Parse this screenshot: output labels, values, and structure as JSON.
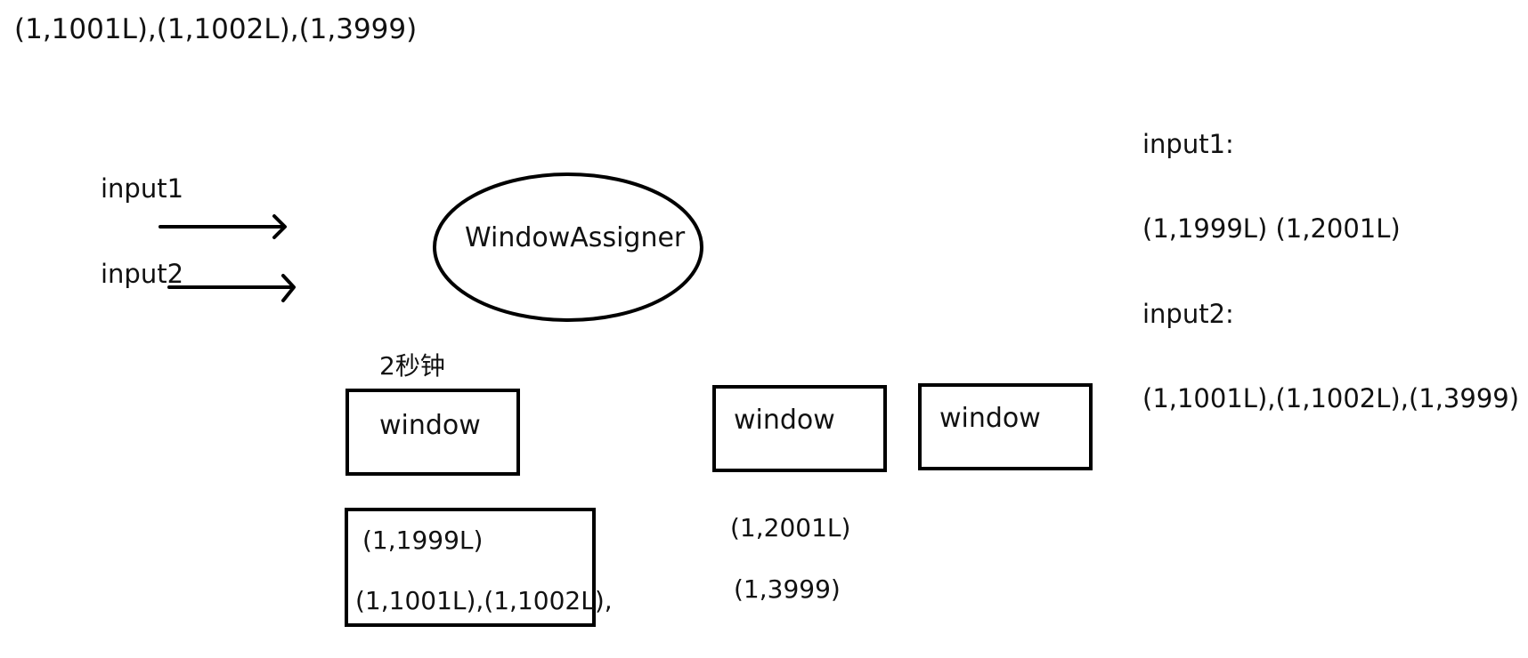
{
  "header": {
    "text": "(1,1001L),(1,1002L),(1,3999)"
  },
  "inputs": {
    "input1_label": "input1",
    "input2_label": "input2"
  },
  "assigner": {
    "label": "WindowAssigner"
  },
  "window_size_label": "2秒钟",
  "windows": [
    {
      "label": "window"
    },
    {
      "label": "window"
    },
    {
      "label": "window"
    }
  ],
  "window1_elements": {
    "line1": "(1,1999L)",
    "line2": "(1,1001L),(1,1002L),"
  },
  "window2_elements": {
    "line1": "(1,2001L)",
    "line2": "(1,3999)"
  },
  "right_panel": {
    "input1_heading": "input1:",
    "input1_values": "(1,1999L) (1,2001L)",
    "input2_heading": "input2:",
    "input2_values": "(1,1001L),(1,1002L),(1,3999)"
  },
  "colors": {
    "stroke": "#000000",
    "text": "#111111",
    "background": "#ffffff"
  }
}
